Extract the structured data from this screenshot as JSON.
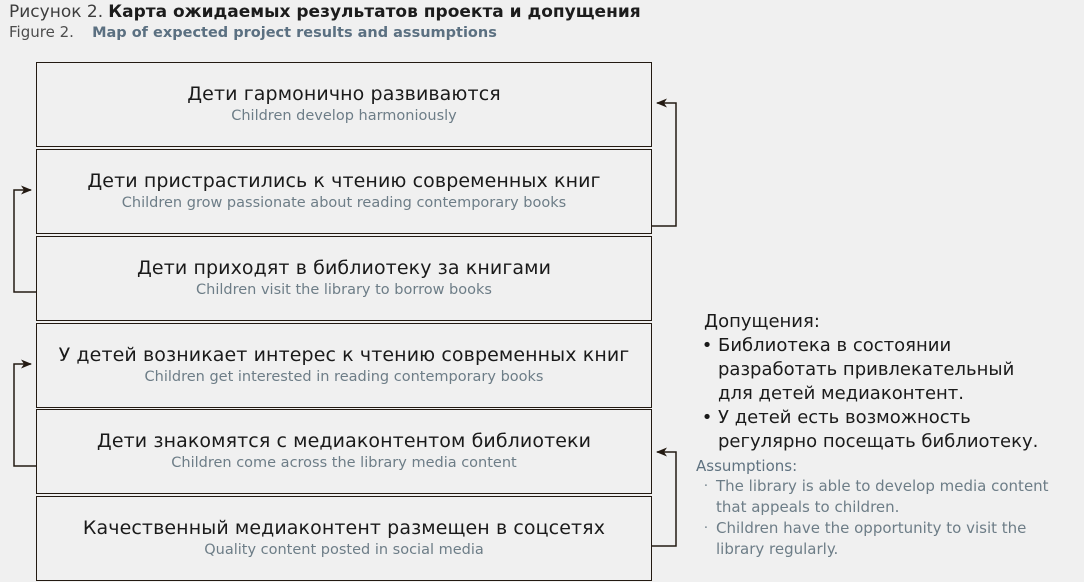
{
  "caption": {
    "ru_number": "Рисунок 2.",
    "ru_title": "Карта ожидаемых результатов проекта и допущения",
    "en_number": "Figure 2.",
    "en_title": "Map of expected project results and assumptions"
  },
  "colors": {
    "page_background": "#f0f0f0",
    "box_border": "#231a12",
    "ru_text": "#1a1a1a",
    "en_text": "#6d7d87",
    "caption_accent": "#5b7081",
    "connector": "#231a12"
  },
  "flow": {
    "boxes": [
      {
        "ru": "Дети гармонично развиваются",
        "en": "Children develop harmoniously"
      },
      {
        "ru": "Дети пристрастились к чтению современных книг",
        "en": "Children grow passionate about reading contemporary books"
      },
      {
        "ru": "Дети приходят в библиотеку за книгами",
        "en": "Children visit the library to borrow books"
      },
      {
        "ru": "У детей возникает интерес к чтению современных книг",
        "en": "Children get interested in reading contemporary books"
      },
      {
        "ru": "Дети знакомятся с медиаконтентом библиотеки",
        "en": "Children come across the library media content"
      },
      {
        "ru": "Качественный медиаконтент размещен в соцсетях",
        "en": "Quality content posted in social media"
      }
    ]
  },
  "assumptions": {
    "heading_ru": "Допущения:",
    "items_ru": [
      "Библиотека в состоянии\nразработать привлекательный\nдля детей медиаконтент.",
      "У детей есть возможность\nрегулярно посещать библиотеку."
    ],
    "bullet_ru": "•",
    "heading_en": "Assumptions:",
    "items_en": [
      "The library is able to develop media content\nthat appeals to children.",
      "Children have the opportunity to visit the\nlibrary regularly."
    ],
    "bullet_en": "·"
  }
}
